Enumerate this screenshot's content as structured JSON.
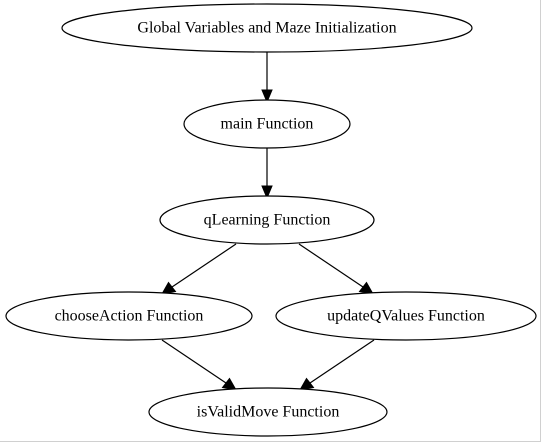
{
  "diagram": {
    "nodes": [
      {
        "id": "globals",
        "label": "Global Variables and Maze Initialization"
      },
      {
        "id": "main",
        "label": "main Function"
      },
      {
        "id": "qlearning",
        "label": "qLearning Function"
      },
      {
        "id": "chooseaction",
        "label": "chooseAction Function"
      },
      {
        "id": "updateqvalues",
        "label": "updateQValues Function"
      },
      {
        "id": "isvalidmove",
        "label": "isValidMove Function"
      }
    ],
    "edges": [
      {
        "from": "globals",
        "to": "main"
      },
      {
        "from": "main",
        "to": "qlearning"
      },
      {
        "from": "qlearning",
        "to": "chooseaction"
      },
      {
        "from": "qlearning",
        "to": "updateqvalues"
      },
      {
        "from": "chooseaction",
        "to": "isvalidmove"
      },
      {
        "from": "updateqvalues",
        "to": "isvalidmove"
      }
    ]
  }
}
